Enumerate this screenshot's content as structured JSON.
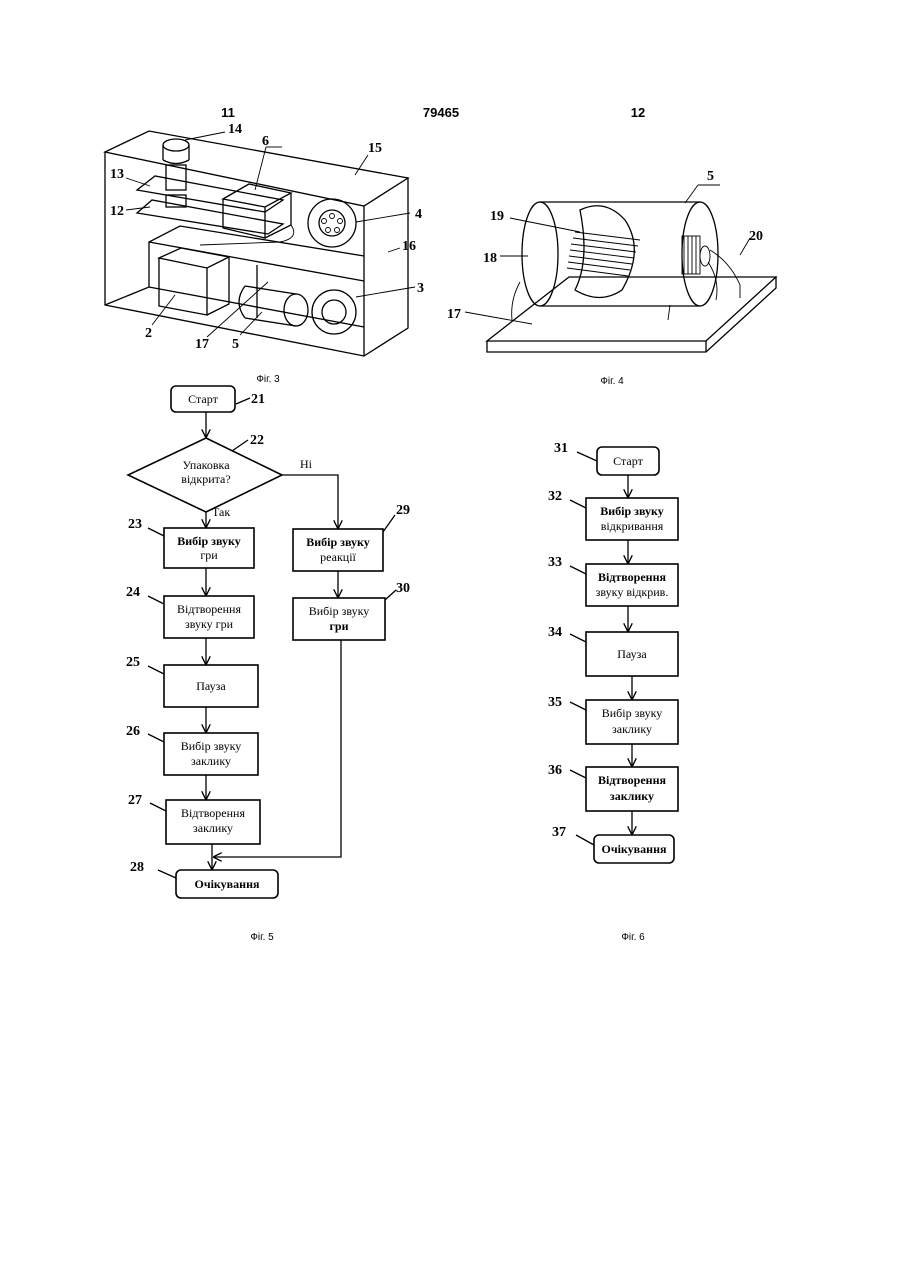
{
  "header": {
    "left_page": "11",
    "doc_number": "79465",
    "right_page": "12"
  },
  "fig3": {
    "caption": "Фіг. 3",
    "labels": [
      "14",
      "6",
      "15",
      "13",
      "12",
      "4",
      "16",
      "3",
      "2",
      "17",
      "5"
    ]
  },
  "fig4": {
    "caption": "Фіг. 4",
    "labels": [
      "5",
      "19",
      "18",
      "20",
      "17"
    ]
  },
  "fig5": {
    "caption": "Фіг. 5",
    "start": {
      "num": "21",
      "text": "Старт"
    },
    "decision": {
      "num": "22",
      "line1": "Упаковка",
      "line2": "відкрита?",
      "yes": "Так",
      "no": "Ні"
    },
    "b23": {
      "num": "23",
      "line1": "Вибір звуку",
      "line2": "гри"
    },
    "b24": {
      "num": "24",
      "line1": "Відтворення",
      "line2": "звуку гри"
    },
    "b25": {
      "num": "25",
      "text": "Пауза"
    },
    "b26": {
      "num": "26",
      "line1": "Вибір звуку",
      "line2": "заклику"
    },
    "b27": {
      "num": "27",
      "line1": "Відтворення",
      "line2": "заклику"
    },
    "b28": {
      "num": "28",
      "text": "Очікування"
    },
    "b29": {
      "num": "29",
      "line1": "Вибір звуку",
      "line2": "реакції"
    },
    "b30": {
      "num": "30",
      "line1": "Вибір звуку",
      "line2": "гри"
    }
  },
  "fig6": {
    "caption": "Фіг. 6",
    "b31": {
      "num": "31",
      "text": "Старт"
    },
    "b32": {
      "num": "32",
      "line1": "Вибір звуку",
      "line2": "відкривання"
    },
    "b33": {
      "num": "33",
      "line1": "Відтворення",
      "line2": "звуку відкрив."
    },
    "b34": {
      "num": "34",
      "text": "Пауза"
    },
    "b35": {
      "num": "35",
      "line1": "Вибір звуку",
      "line2": "заклику"
    },
    "b36": {
      "num": "36",
      "line1": "Відтворення",
      "line2": "заклику"
    },
    "b37": {
      "num": "37",
      "text": "Очікування"
    }
  }
}
